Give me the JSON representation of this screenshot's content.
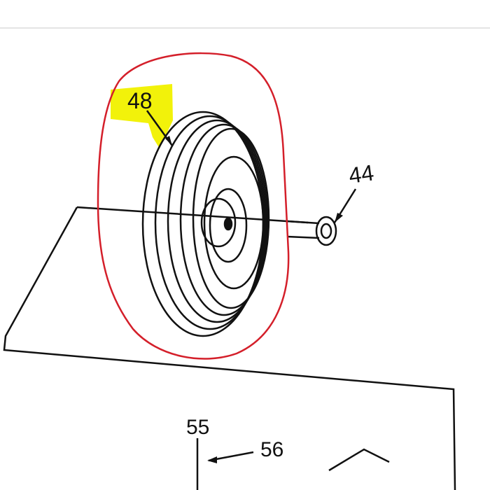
{
  "diagram": {
    "callouts": [
      {
        "id": "part-48",
        "text": "48"
      },
      {
        "id": "part-44",
        "text": "44"
      },
      {
        "id": "part-55",
        "text": "55"
      },
      {
        "id": "part-56",
        "text": "56"
      }
    ],
    "colors": {
      "line": "#111111",
      "highlight_outline": "#d41f2a",
      "label_highlight": "#f2f20a",
      "background": "#ffffff"
    }
  }
}
